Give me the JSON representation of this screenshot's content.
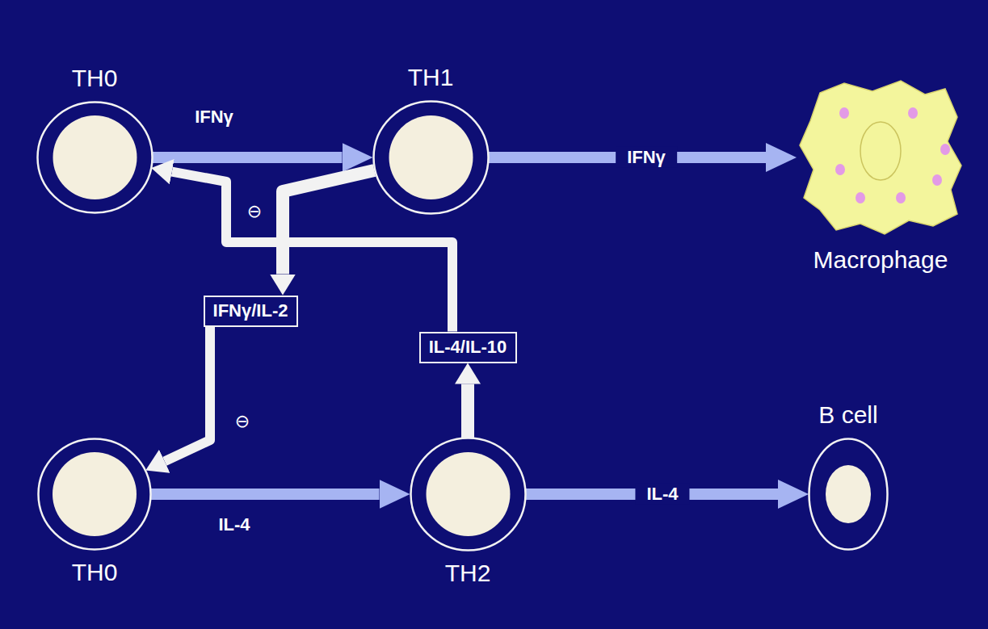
{
  "diagram": {
    "nodes": [
      {
        "text": [
          "TH0"
        ]
      },
      {
        "text": [
          "TH1"
        ]
      },
      {
        "text": [
          "Macrophage"
        ]
      },
      {
        "text": [
          "TH0"
        ]
      },
      {
        "text": [
          "TH2"
        ]
      },
      {
        "text": [
          "B cell"
        ]
      },
      {
        "text": [
          "IFNγ/IL-2"
        ]
      },
      {
        "text": [
          "IL-4/IL-10"
        ]
      }
    ],
    "edges": [
      {
        "from": 0,
        "to": 1,
        "label": "IFNγ",
        "arrow": "to"
      },
      {
        "from": 1,
        "to": 2,
        "label": "IFNγ",
        "arrow": "to"
      },
      {
        "from": 1,
        "to": 6,
        "arrow": "to"
      },
      {
        "from": 6,
        "to": 3,
        "arrow": "to"
      },
      {
        "from": 3,
        "to": 4,
        "label": "IL-4",
        "arrow": "to"
      },
      {
        "from": 4,
        "to": 5,
        "label": "IL-4",
        "arrow": "to"
      },
      {
        "from": 4,
        "to": 7,
        "arrow": "to"
      },
      {
        "from": 7,
        "to": 0,
        "arrow": "to"
      }
    ],
    "labels": [
      "⊖",
      "⊖"
    ]
  }
}
